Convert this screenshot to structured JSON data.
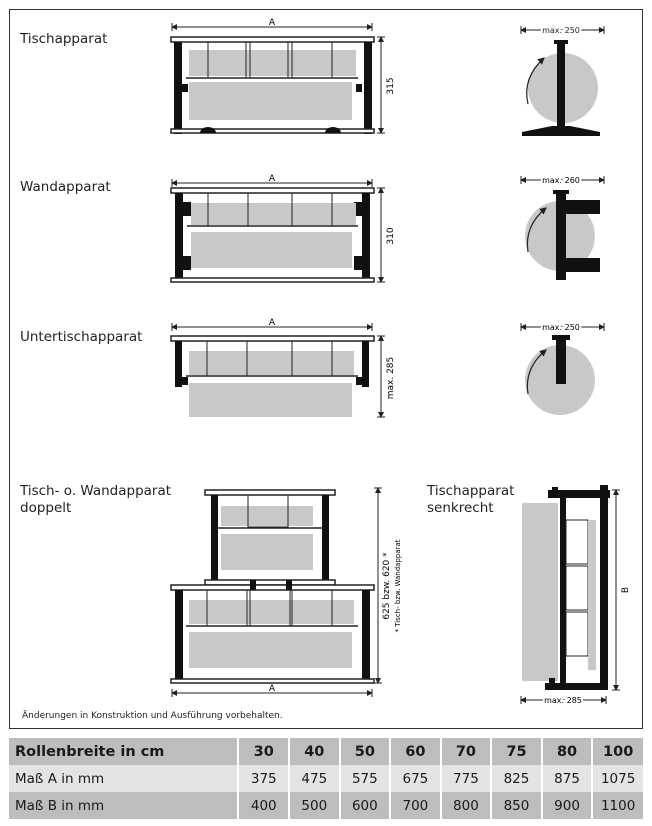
{
  "labels": {
    "tisch": "Tischapparat",
    "wand": "Wandapparat",
    "untertisch": "Untertischapparat",
    "doppelt_1": "Tisch- o. Wandapparat",
    "doppelt_2": "doppelt",
    "senkrecht_1": "Tischapparat",
    "senkrecht_2": "senkrecht"
  },
  "dims": {
    "A": "A",
    "B": "B",
    "h_tisch": "315",
    "h_wand": "310",
    "h_unter": "max. 285",
    "h_doppelt": "625 bzw. 620 *",
    "h_doppelt_note": "* Tisch- bzw. Wandapparat",
    "max250": "max. 250",
    "max260": "max. 260",
    "max285": "max. 285"
  },
  "note": "Änderungen in Konstruktion und Ausführung vorbehalten.",
  "table": {
    "header": "Rollenbreite in cm",
    "widths": [
      "30",
      "40",
      "50",
      "60",
      "70",
      "75",
      "80",
      "100"
    ],
    "rowA_label": "Maß A in mm",
    "rowA": [
      "375",
      "475",
      "575",
      "675",
      "775",
      "825",
      "875",
      "1075"
    ],
    "rowB_label": "Maß B in mm",
    "rowB": [
      "400",
      "500",
      "600",
      "700",
      "800",
      "850",
      "900",
      "1100"
    ]
  }
}
